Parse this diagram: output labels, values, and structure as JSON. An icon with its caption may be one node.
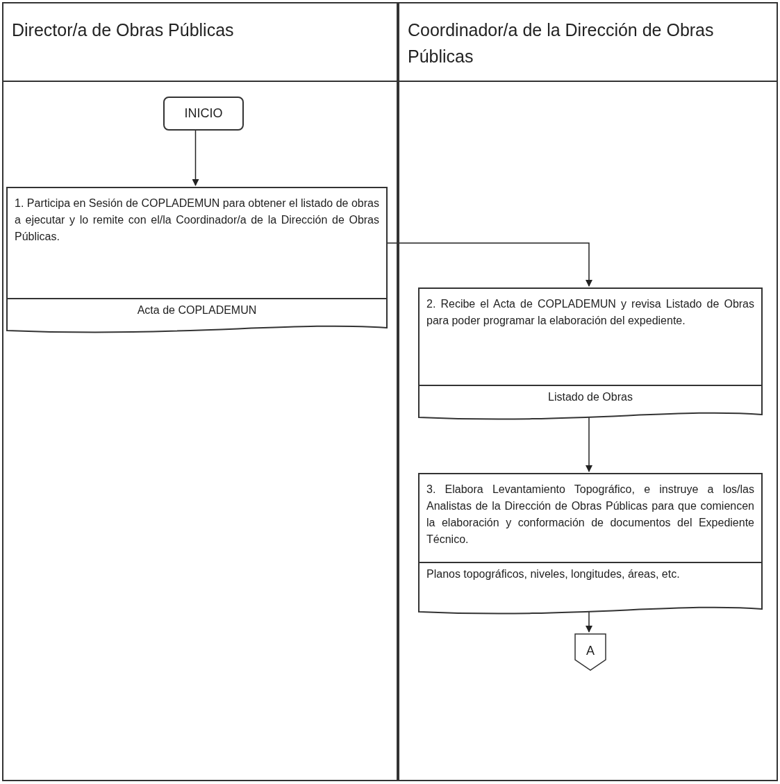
{
  "diagram": {
    "nodes": [
      {
        "text": [
          "Director/a de Obras Públicas"
        ]
      },
      {
        "text": [
          "Coordinador/a de la Dirección de Obras Públicas"
        ]
      },
      {
        "text": [
          "INICIO"
        ],
        "in": 0
      },
      {
        "text": [
          "1. Participa en Sesión de  COPLADEMUN para obtener el listado de obras a ejecutar y lo remite con el/la Coordinador/a de la Dirección de Obras Públicas.",
          "Acta de COPLADEMUN"
        ],
        "in": 0
      },
      {
        "text": [
          "2. Recibe el Acta de COPLADEMUN y revisa Listado de Obras para poder programar la elaboración del expediente.",
          "Listado de Obras"
        ],
        "in": 1
      },
      {
        "text": [
          "3. Elabora Levantamiento Topográfico, e instruye a los/las Analistas de la Dirección de Obras Públicas para que comiencen la elaboración y conformación de documentos del Expediente Técnico.",
          "Planos topográficos, niveles, longitudes, áreas, etc."
        ],
        "in": 1
      },
      {
        "text": [
          "A"
        ],
        "in": 1
      }
    ],
    "edges": [
      {
        "from": 2,
        "to": 3,
        "arrow": "to"
      },
      {
        "from": 3,
        "to": 4,
        "arrow": "to"
      },
      {
        "from": 4,
        "to": 5,
        "arrow": "to"
      },
      {
        "from": 5,
        "to": 6,
        "arrow": "to"
      }
    ]
  }
}
